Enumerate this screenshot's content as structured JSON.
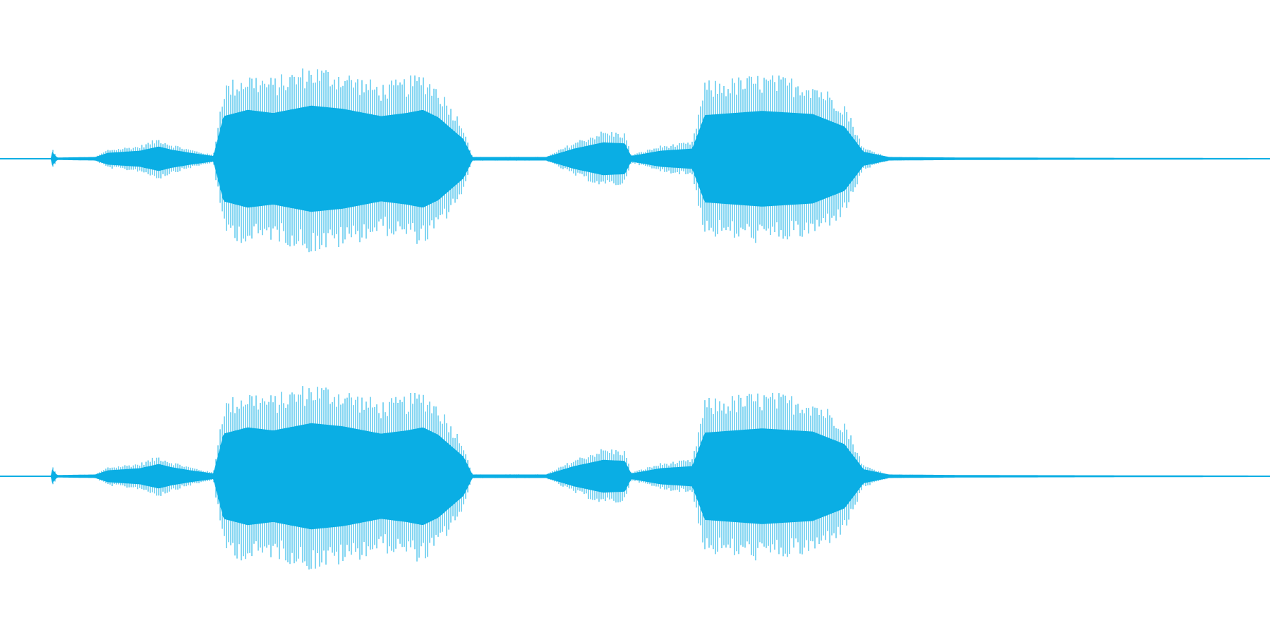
{
  "waveform": {
    "color": "#0aaee4",
    "channels": [
      {
        "name": ""
      },
      {
        "name": ""
      }
    ],
    "duration_fraction_samples": "normalized",
    "envelope": [
      [
        0.0,
        0.0
      ],
      [
        0.04,
        0.0
      ],
      [
        0.041,
        0.12
      ],
      [
        0.045,
        0.01
      ],
      [
        0.075,
        0.02
      ],
      [
        0.085,
        0.1
      ],
      [
        0.11,
        0.14
      ],
      [
        0.125,
        0.22
      ],
      [
        0.135,
        0.16
      ],
      [
        0.15,
        0.1
      ],
      [
        0.168,
        0.04
      ],
      [
        0.176,
        0.8
      ],
      [
        0.195,
        0.92
      ],
      [
        0.215,
        0.86
      ],
      [
        0.245,
        1.0
      ],
      [
        0.27,
        0.94
      ],
      [
        0.3,
        0.8
      ],
      [
        0.32,
        0.86
      ],
      [
        0.333,
        0.92
      ],
      [
        0.345,
        0.78
      ],
      [
        0.365,
        0.36
      ],
      [
        0.372,
        0.02
      ],
      [
        0.43,
        0.02
      ],
      [
        0.452,
        0.18
      ],
      [
        0.475,
        0.3
      ],
      [
        0.492,
        0.28
      ],
      [
        0.497,
        0.04
      ],
      [
        0.52,
        0.14
      ],
      [
        0.545,
        0.18
      ],
      [
        0.555,
        0.82
      ],
      [
        0.6,
        0.9
      ],
      [
        0.64,
        0.84
      ],
      [
        0.665,
        0.6
      ],
      [
        0.68,
        0.12
      ],
      [
        0.7,
        0.02
      ],
      [
        0.76,
        0.01
      ],
      [
        0.87,
        0.005
      ],
      [
        1.0,
        0.0
      ]
    ]
  }
}
